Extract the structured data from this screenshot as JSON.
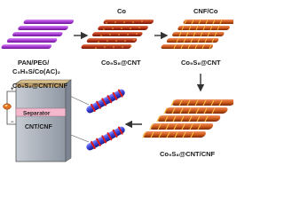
{
  "labels": {
    "precursor_line1": "PAN/PEG/",
    "precursor_line2": "C₃H₅S/Co(AC)₂",
    "step2_top": "Co",
    "step2_bottom": "Co₉S₈@CNT",
    "step3_top": "CNF/Co",
    "step3_bottom": "Co₉S₈@CNT",
    "step4_bottom": "Co₉S₈@CNT/CNF",
    "cell_title": "Co₉S₈@CNT/CNF",
    "cell_separator": "Separator",
    "cell_layer": "CNT/CNF",
    "plus_sign": "+",
    "minus_sign": "−"
  },
  "colors": {
    "precursor_fiber": "#a839d6",
    "co_fiber": "#b83318",
    "cnt_fiber": "#d05a1a",
    "cnt_bead": "#f0a020",
    "arrow": "#333333",
    "separator": "#f4b8cc",
    "cell_body": "#aab2bd",
    "cell_top": "#c9a46a",
    "cell_outline": "#555555"
  },
  "icons": {
    "load_icon": "bulb-icon",
    "flow_arrows": "arrow-icon"
  }
}
